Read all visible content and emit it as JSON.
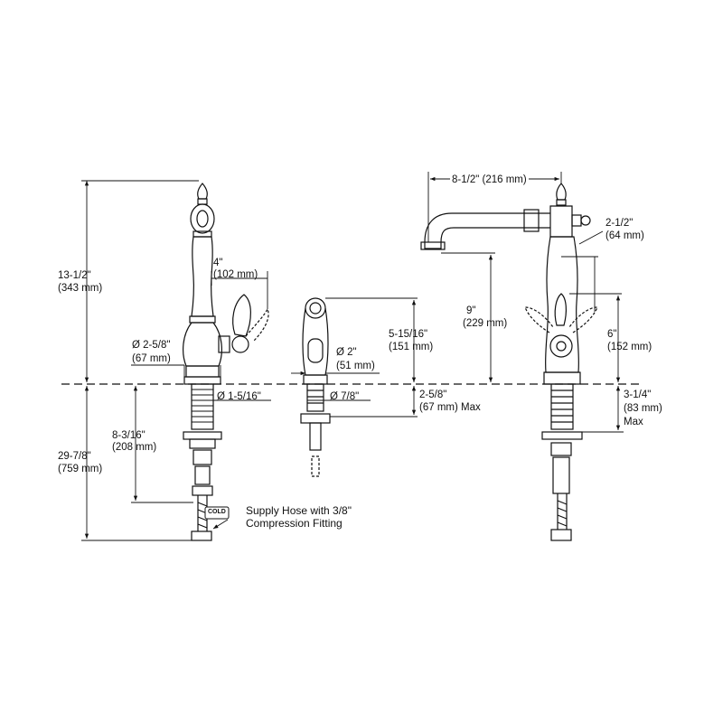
{
  "drawing": {
    "front_view": {
      "overall_height": [
        "13-1/2\"",
        "(343 mm)"
      ],
      "spout_to_handle": [
        "4\"",
        "(102 mm)"
      ],
      "base_diameter": [
        "Ø 2-5/8\"",
        "(67 mm)"
      ],
      "shank_diameter": "Ø 1-5/16\"",
      "shank_length": [
        "8-3/16\"",
        "(208 mm)"
      ],
      "total_with_hose": [
        "29-7/8\"",
        "(759 mm)"
      ],
      "hose_tag": "COLD",
      "hose_note": [
        "Supply Hose with 3/8\"",
        "Compression Fitting"
      ]
    },
    "side_spray": {
      "height": [
        "5-15/16\"",
        "(151 mm)"
      ],
      "head_diameter": [
        "Ø 2\"",
        "(51 mm)"
      ],
      "shank_diameter": "Ø 7/8\"",
      "deck_thickness": [
        "2-5/8\"",
        "(67 mm) Max"
      ]
    },
    "side_view": {
      "spout_reach": "8-1/2\" (216 mm)",
      "body_offset": [
        "2-1/2\"",
        "(64 mm)"
      ],
      "spout_height": [
        "9\"",
        "(229 mm)"
      ],
      "handle_height": [
        "6\"",
        "(152 mm)"
      ],
      "deck_max": [
        "3-1/4\"",
        "(83 mm)",
        "Max"
      ]
    }
  }
}
